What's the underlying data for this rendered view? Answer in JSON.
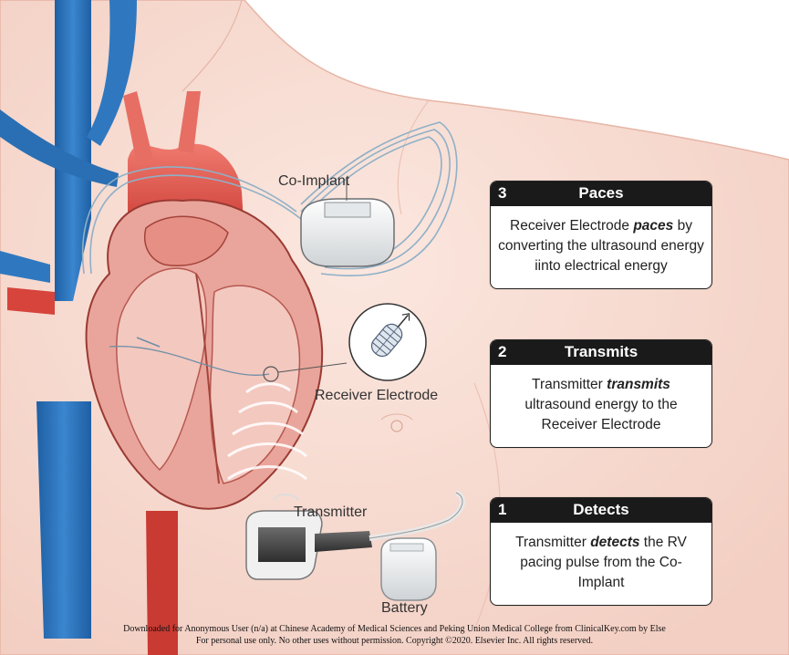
{
  "labels": {
    "co_implant": "Co-Implant",
    "receiver_electrode": "Receiver Electrode",
    "transmitter": "Transmitter",
    "battery": "Battery"
  },
  "steps": [
    {
      "number": "3",
      "title": "Paces",
      "before": "Receiver Electrode ",
      "emph": "paces",
      "after": " by converting the ultrasound energy iinto electrical energy"
    },
    {
      "number": "2",
      "title": "Transmits",
      "before": "Transmitter ",
      "emph": "transmits",
      "after": " ultrasound energy to the Receiver Electrode"
    },
    {
      "number": "1",
      "title": "Detects",
      "before": "Transmitter ",
      "emph": "detects",
      "after": " the RV pacing pulse from the Co-Implant"
    }
  ],
  "credit": {
    "line1": "Downloaded for Anonymous User (n/a) at Chinese Academy of Medical Sciences and Peking Union Medical College from ClinicalKey.com by Else",
    "line2": "For personal use only. No other uses without permission. Copyright ©2020. Elsevier Inc. All rights reserved."
  },
  "colors": {
    "skin": "#f7d9cf",
    "skin_outline": "#e8b8a8",
    "vein_blue": "#2a6fb3",
    "artery_red": "#d6443c",
    "heart_wall": "#e9a59b",
    "heart_chamber": "#f3c8bf",
    "card_header": "#1a1a1a"
  },
  "icons": {
    "co_implant": "pacemaker-icon",
    "receiver_electrode": "electrode-icon",
    "transmitter": "transmitter-icon",
    "battery": "battery-icon"
  }
}
